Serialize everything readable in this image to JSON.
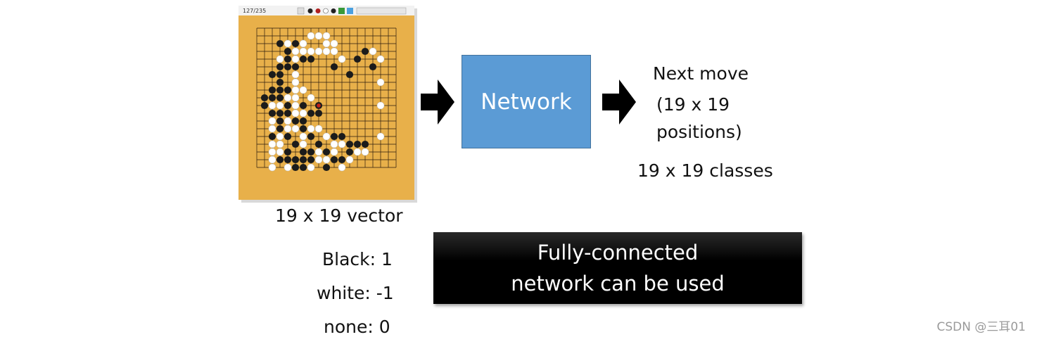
{
  "board": {
    "size": 19,
    "toolbar_label": "127/235",
    "colors": {
      "wood": "#e8b04a",
      "grid": "#2b1d0e",
      "black_stone": "#1b1b1b",
      "white_stone": "#ffffff",
      "last_move": "#c0201a"
    },
    "black_stones": [
      [
        3,
        2
      ],
      [
        5,
        2
      ],
      [
        4,
        3
      ],
      [
        4,
        4
      ],
      [
        3,
        5
      ],
      [
        4,
        5
      ],
      [
        5,
        5
      ],
      [
        2,
        6
      ],
      [
        3,
        6
      ],
      [
        6,
        4
      ],
      [
        7,
        4
      ],
      [
        3,
        7
      ],
      [
        2,
        8
      ],
      [
        3,
        8
      ],
      [
        4,
        8
      ],
      [
        1,
        9
      ],
      [
        2,
        9
      ],
      [
        3,
        9
      ],
      [
        1,
        10
      ],
      [
        4,
        10
      ],
      [
        6,
        10
      ],
      [
        2,
        11
      ],
      [
        3,
        11
      ],
      [
        4,
        11
      ],
      [
        3,
        12
      ],
      [
        5,
        12
      ],
      [
        3,
        13
      ],
      [
        2,
        14
      ],
      [
        4,
        14
      ],
      [
        5,
        15
      ],
      [
        4,
        16
      ],
      [
        6,
        16
      ],
      [
        3,
        17
      ],
      [
        4,
        17
      ],
      [
        5,
        17
      ],
      [
        6,
        17
      ],
      [
        7,
        16
      ],
      [
        5,
        18
      ],
      [
        6,
        18
      ],
      [
        7,
        17
      ],
      [
        8,
        15
      ],
      [
        7,
        14
      ],
      [
        6,
        13
      ],
      [
        6,
        12
      ],
      [
        7,
        11
      ],
      [
        8,
        11
      ],
      [
        9,
        18
      ],
      [
        10,
        17
      ],
      [
        11,
        17
      ],
      [
        12,
        16
      ],
      [
        12,
        15
      ],
      [
        13,
        15
      ],
      [
        14,
        15
      ],
      [
        11,
        14
      ],
      [
        10,
        14
      ],
      [
        9,
        16
      ],
      [
        13,
        4
      ],
      [
        12,
        6
      ],
      [
        15,
        5
      ],
      [
        14,
        3
      ],
      [
        10,
        5
      ]
    ],
    "white_stones": [
      [
        4,
        2
      ],
      [
        6,
        2
      ],
      [
        7,
        1
      ],
      [
        8,
        1
      ],
      [
        9,
        1
      ],
      [
        10,
        2
      ],
      [
        8,
        3
      ],
      [
        9,
        3
      ],
      [
        10,
        3
      ],
      [
        11,
        4
      ],
      [
        6,
        3
      ],
      [
        7,
        3
      ],
      [
        5,
        3
      ],
      [
        5,
        4
      ],
      [
        15,
        3
      ],
      [
        16,
        4
      ],
      [
        16,
        7
      ],
      [
        16,
        10
      ],
      [
        2,
        10
      ],
      [
        3,
        10
      ],
      [
        5,
        10
      ],
      [
        6,
        11
      ],
      [
        5,
        11
      ],
      [
        2,
        12
      ],
      [
        4,
        12
      ],
      [
        2,
        13
      ],
      [
        4,
        13
      ],
      [
        5,
        13
      ],
      [
        2,
        15
      ],
      [
        3,
        15
      ],
      [
        3,
        14
      ],
      [
        2,
        16
      ],
      [
        3,
        16
      ],
      [
        2,
        17
      ],
      [
        2,
        18
      ],
      [
        4,
        18
      ],
      [
        7,
        18
      ],
      [
        8,
        17
      ],
      [
        8,
        16
      ],
      [
        6,
        15
      ],
      [
        6,
        14
      ],
      [
        7,
        13
      ],
      [
        8,
        13
      ],
      [
        9,
        14
      ],
      [
        10,
        15
      ],
      [
        11,
        15
      ],
      [
        9,
        17
      ],
      [
        10,
        16
      ],
      [
        16,
        14
      ],
      [
        13,
        16
      ],
      [
        14,
        16
      ],
      [
        12,
        17
      ],
      [
        11,
        18
      ],
      [
        5,
        6
      ],
      [
        5,
        7
      ],
      [
        5,
        8
      ],
      [
        6,
        8
      ],
      [
        7,
        9
      ],
      [
        4,
        9
      ],
      [
        5,
        9
      ],
      [
        3,
        4
      ],
      [
        9,
        2
      ]
    ],
    "last_move": [
      8,
      10
    ]
  },
  "labels": {
    "network": "Network",
    "output_line1": "Next move",
    "output_line2": "(19 x 19",
    "output_line3": "positions)",
    "output_classes": "19 x 19 classes",
    "input_vector": "19 x 19 vector",
    "legend_black": "Black: 1",
    "legend_white": "white: -1",
    "legend_none": "none: 0",
    "callout_line1": "Fully-connected",
    "callout_line2": "network can be used",
    "watermark": "CSDN @三耳01"
  }
}
